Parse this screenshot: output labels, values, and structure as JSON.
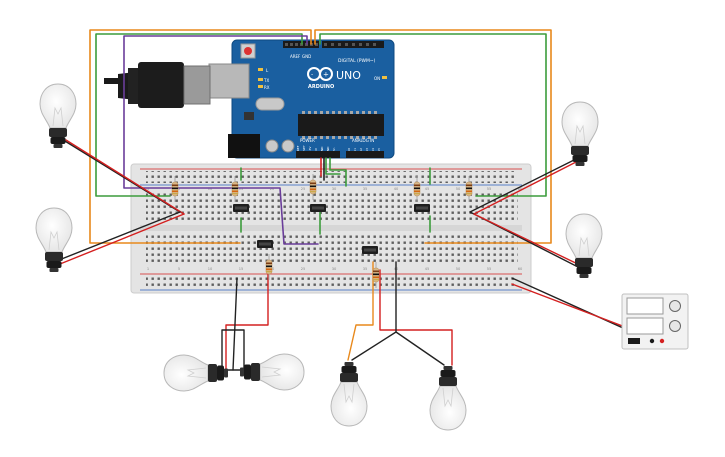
{
  "arduino": {
    "brand": "UNO",
    "logo_text": "ARDUINO",
    "digital_label": "DIGITAL (PWM~)",
    "analog_label": "ANALOG IN",
    "power_label": "POWER",
    "aref_label": "AREF",
    "gnd_label": "GND",
    "tx_label": "TX",
    "rx_label": "RX",
    "l_label": "L",
    "on_label": "ON",
    "power_pins": [
      "IOREF",
      "RESET",
      "3.3V",
      "5V",
      "GND",
      "GND",
      "Vin"
    ],
    "analog_pins": [
      "A0",
      "A1",
      "A2",
      "A3",
      "A4",
      "A5"
    ]
  },
  "breadboard": {
    "column_labels": [
      "1",
      "5",
      "10",
      "15",
      "20",
      "25",
      "30",
      "35",
      "40",
      "45",
      "50",
      "55",
      "60"
    ]
  },
  "colors": {
    "wire_orange": "#e8891c",
    "wire_green": "#3c9c3c",
    "wire_purple": "#6a3d9a",
    "wire_red": "#d42020",
    "wire_black": "#222222",
    "board_blue": "#1a5fa0",
    "breadboard": "#e4e4e4"
  }
}
